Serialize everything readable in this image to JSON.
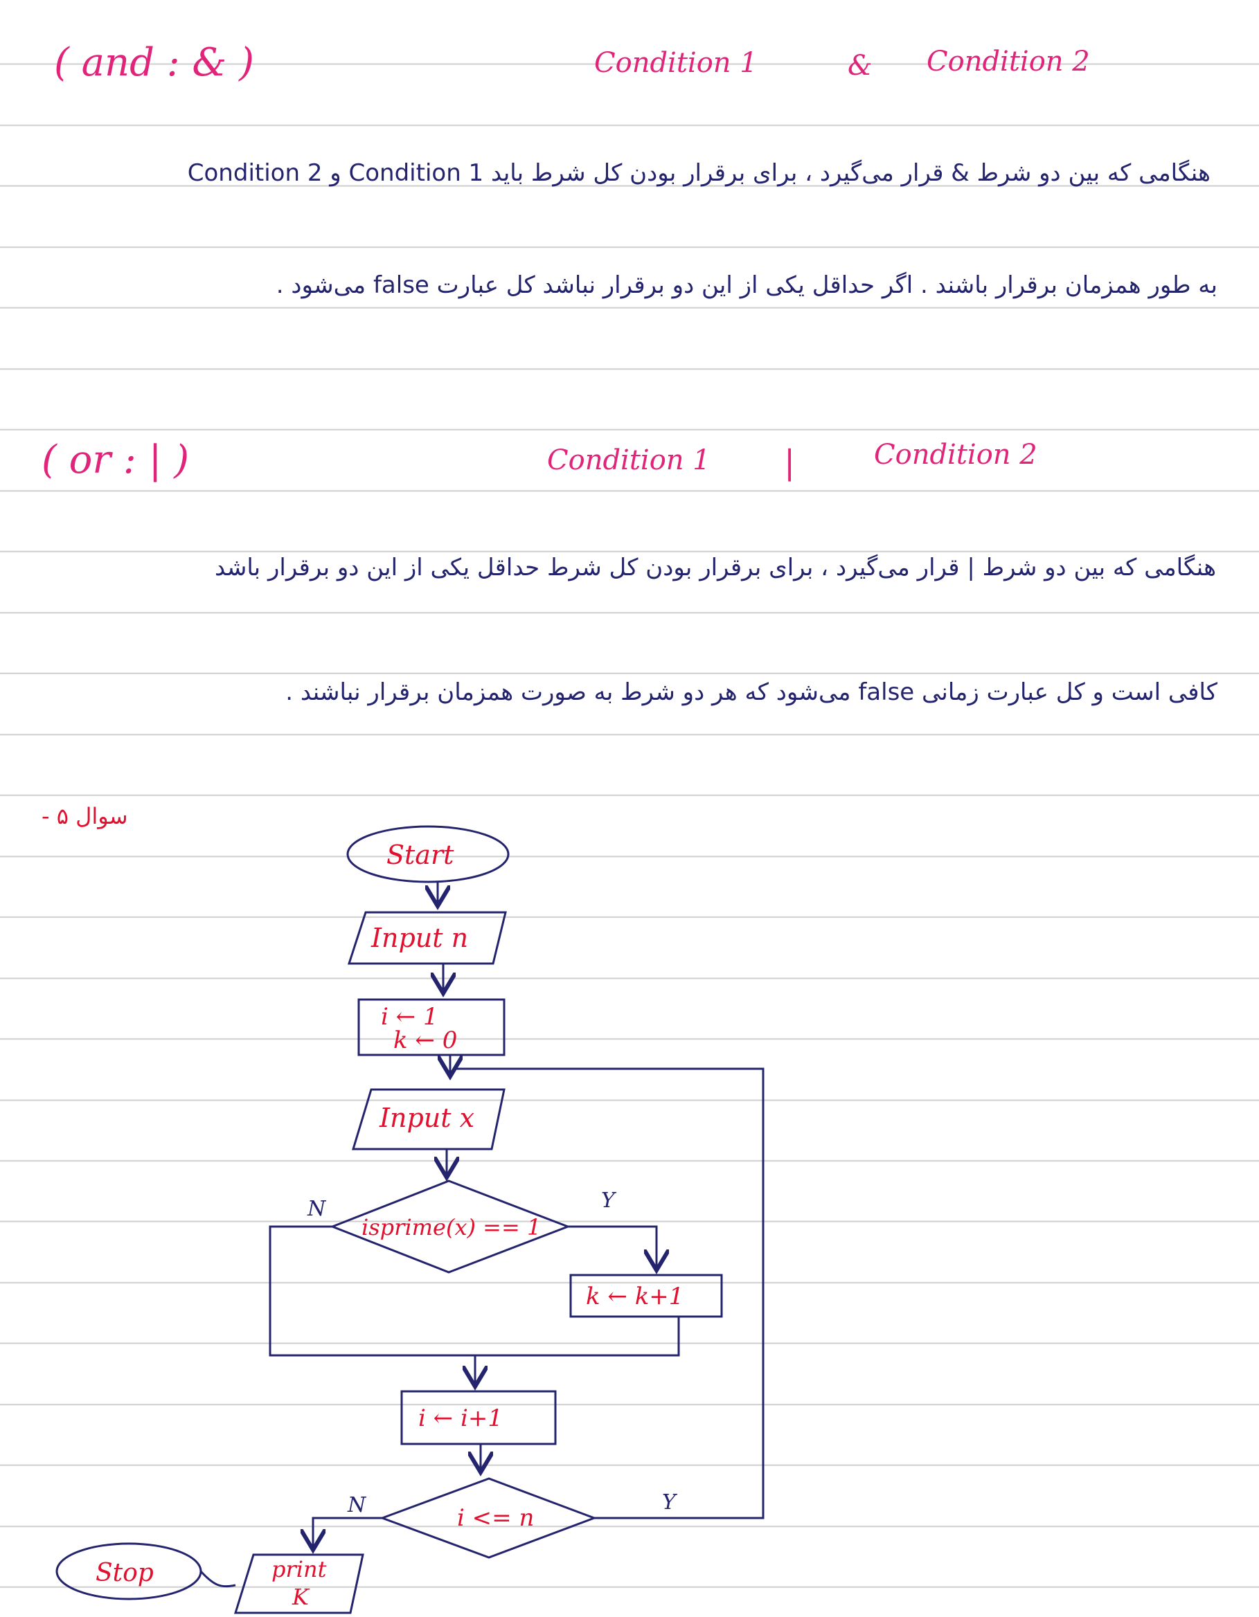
{
  "section_and": {
    "heading": "( and : & )",
    "left_operand": "Condition 1",
    "operator": "&",
    "right_operand": "Condition 2",
    "line1_fa": "هنگامی که بین دو شرط & قرار می‌گیرد ، برای برقرار بودن کل شرط باید Condition 1 و Condition 2",
    "line2_fa": "به طور همزمان برقرار باشند . اگر حداقل یکی از این دو برقرار نباشد کل عبارت false می‌شود ."
  },
  "section_or": {
    "heading": "( or : | )",
    "left_operand": "Condition 1",
    "operator": "|",
    "right_operand": "Condition 2",
    "line1_fa": "هنگامی که بین دو شرط | قرار می‌گیرد ، برای برقرار بودن کل شرط حداقل یکی از این دو برقرار باشد",
    "line2_fa": "کافی است و کل عبارت زمانی false می‌شود که هر دو شرط به صورت همزمان برقرار نباشند ."
  },
  "question_label": "سوال ۵ -",
  "flowchart": {
    "start": "Start",
    "input_n": "Input n",
    "init_i": "i ← 1",
    "init_k": "k ← 0",
    "input_x": "Input x",
    "decision_prime": "isprime(x) == 1",
    "prime_yes": "Y",
    "prime_no": "N",
    "increment_k": "k ← k+1",
    "increment_i": "i ← i+1",
    "decision_loop": "i <= n",
    "loop_yes": "Y",
    "loop_no": "N",
    "print_line1": "print",
    "print_line2": "K",
    "stop": "Stop"
  },
  "colors": {
    "pink": "#e0247a",
    "red": "#e0102e",
    "navy": "#24246e",
    "rule": "#cfcfcf"
  }
}
